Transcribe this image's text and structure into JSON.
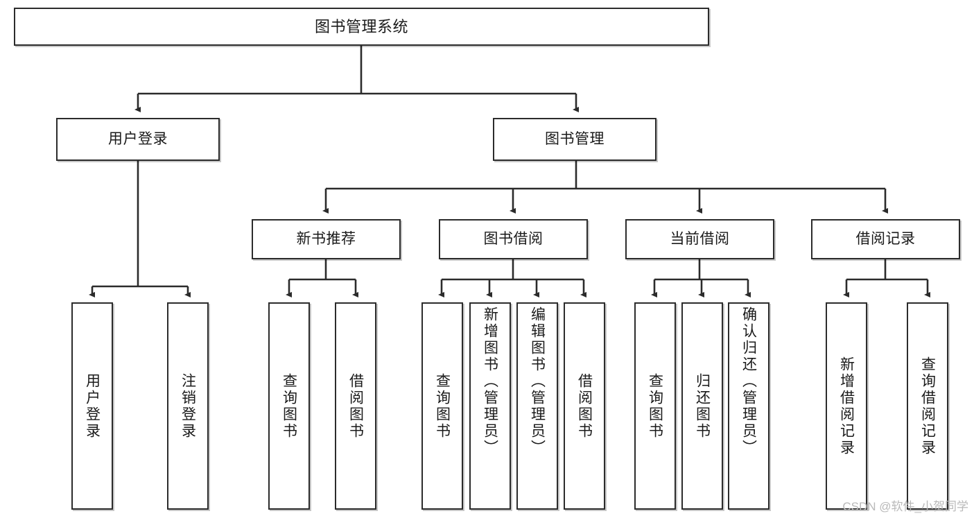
{
  "diagram": {
    "type": "tree-hierarchy",
    "title": "图书管理系统",
    "watermark": "CSDN @软件_小贺同学",
    "colors": {
      "box_border": "#2b2b2b",
      "box_fill": "#ffffff",
      "edge": "#2b2b2b",
      "text": "#1a1a1a",
      "watermark": "#b9b9b9"
    },
    "nodes": {
      "root": {
        "label": "图书管理系统",
        "level": 0
      },
      "l1_a": {
        "label": "用户登录",
        "level": 1
      },
      "l1_b": {
        "label": "图书管理",
        "level": 1
      },
      "l2_a": {
        "label": "新书推荐",
        "level": 2
      },
      "l2_b": {
        "label": "图书借阅",
        "level": 2
      },
      "l2_c": {
        "label": "当前借阅",
        "level": 2
      },
      "l2_d": {
        "label": "借阅记录",
        "level": 2
      },
      "leaf_1": {
        "label": "用户登录",
        "level": 3
      },
      "leaf_2": {
        "label": "注销登录",
        "level": 3
      },
      "leaf_3": {
        "label": "查询图书",
        "level": 3
      },
      "leaf_4": {
        "label": "借阅图书",
        "level": 3
      },
      "leaf_5": {
        "label": "查询图书",
        "level": 3
      },
      "leaf_6": {
        "label": "新增图书（管理员）",
        "level": 3
      },
      "leaf_7": {
        "label": "编辑图书（管理员）",
        "level": 3
      },
      "leaf_8": {
        "label": "借阅图书",
        "level": 3
      },
      "leaf_9": {
        "label": "查询图书",
        "level": 3
      },
      "leaf_10": {
        "label": "归还图书",
        "level": 3
      },
      "leaf_11": {
        "label": "确认归还（管理员）",
        "level": 3
      },
      "leaf_12": {
        "label": "新增借阅记录",
        "level": 3
      },
      "leaf_13": {
        "label": "查询借阅记录",
        "level": 3
      }
    },
    "edges": [
      {
        "from": "root",
        "to": "l1_a"
      },
      {
        "from": "root",
        "to": "l1_b"
      },
      {
        "from": "l1_a",
        "to": "leaf_1"
      },
      {
        "from": "l1_a",
        "to": "leaf_2"
      },
      {
        "from": "l1_b",
        "to": "l2_a"
      },
      {
        "from": "l1_b",
        "to": "l2_b"
      },
      {
        "from": "l1_b",
        "to": "l2_c"
      },
      {
        "from": "l1_b",
        "to": "l2_d"
      },
      {
        "from": "l2_a",
        "to": "leaf_3"
      },
      {
        "from": "l2_a",
        "to": "leaf_4"
      },
      {
        "from": "l2_b",
        "to": "leaf_5"
      },
      {
        "from": "l2_b",
        "to": "leaf_6"
      },
      {
        "from": "l2_b",
        "to": "leaf_7"
      },
      {
        "from": "l2_b",
        "to": "leaf_8"
      },
      {
        "from": "l2_c",
        "to": "leaf_9"
      },
      {
        "from": "l2_c",
        "to": "leaf_10"
      },
      {
        "from": "l2_c",
        "to": "leaf_11"
      },
      {
        "from": "l2_d",
        "to": "leaf_12"
      },
      {
        "from": "l2_d",
        "to": "leaf_13"
      }
    ]
  }
}
